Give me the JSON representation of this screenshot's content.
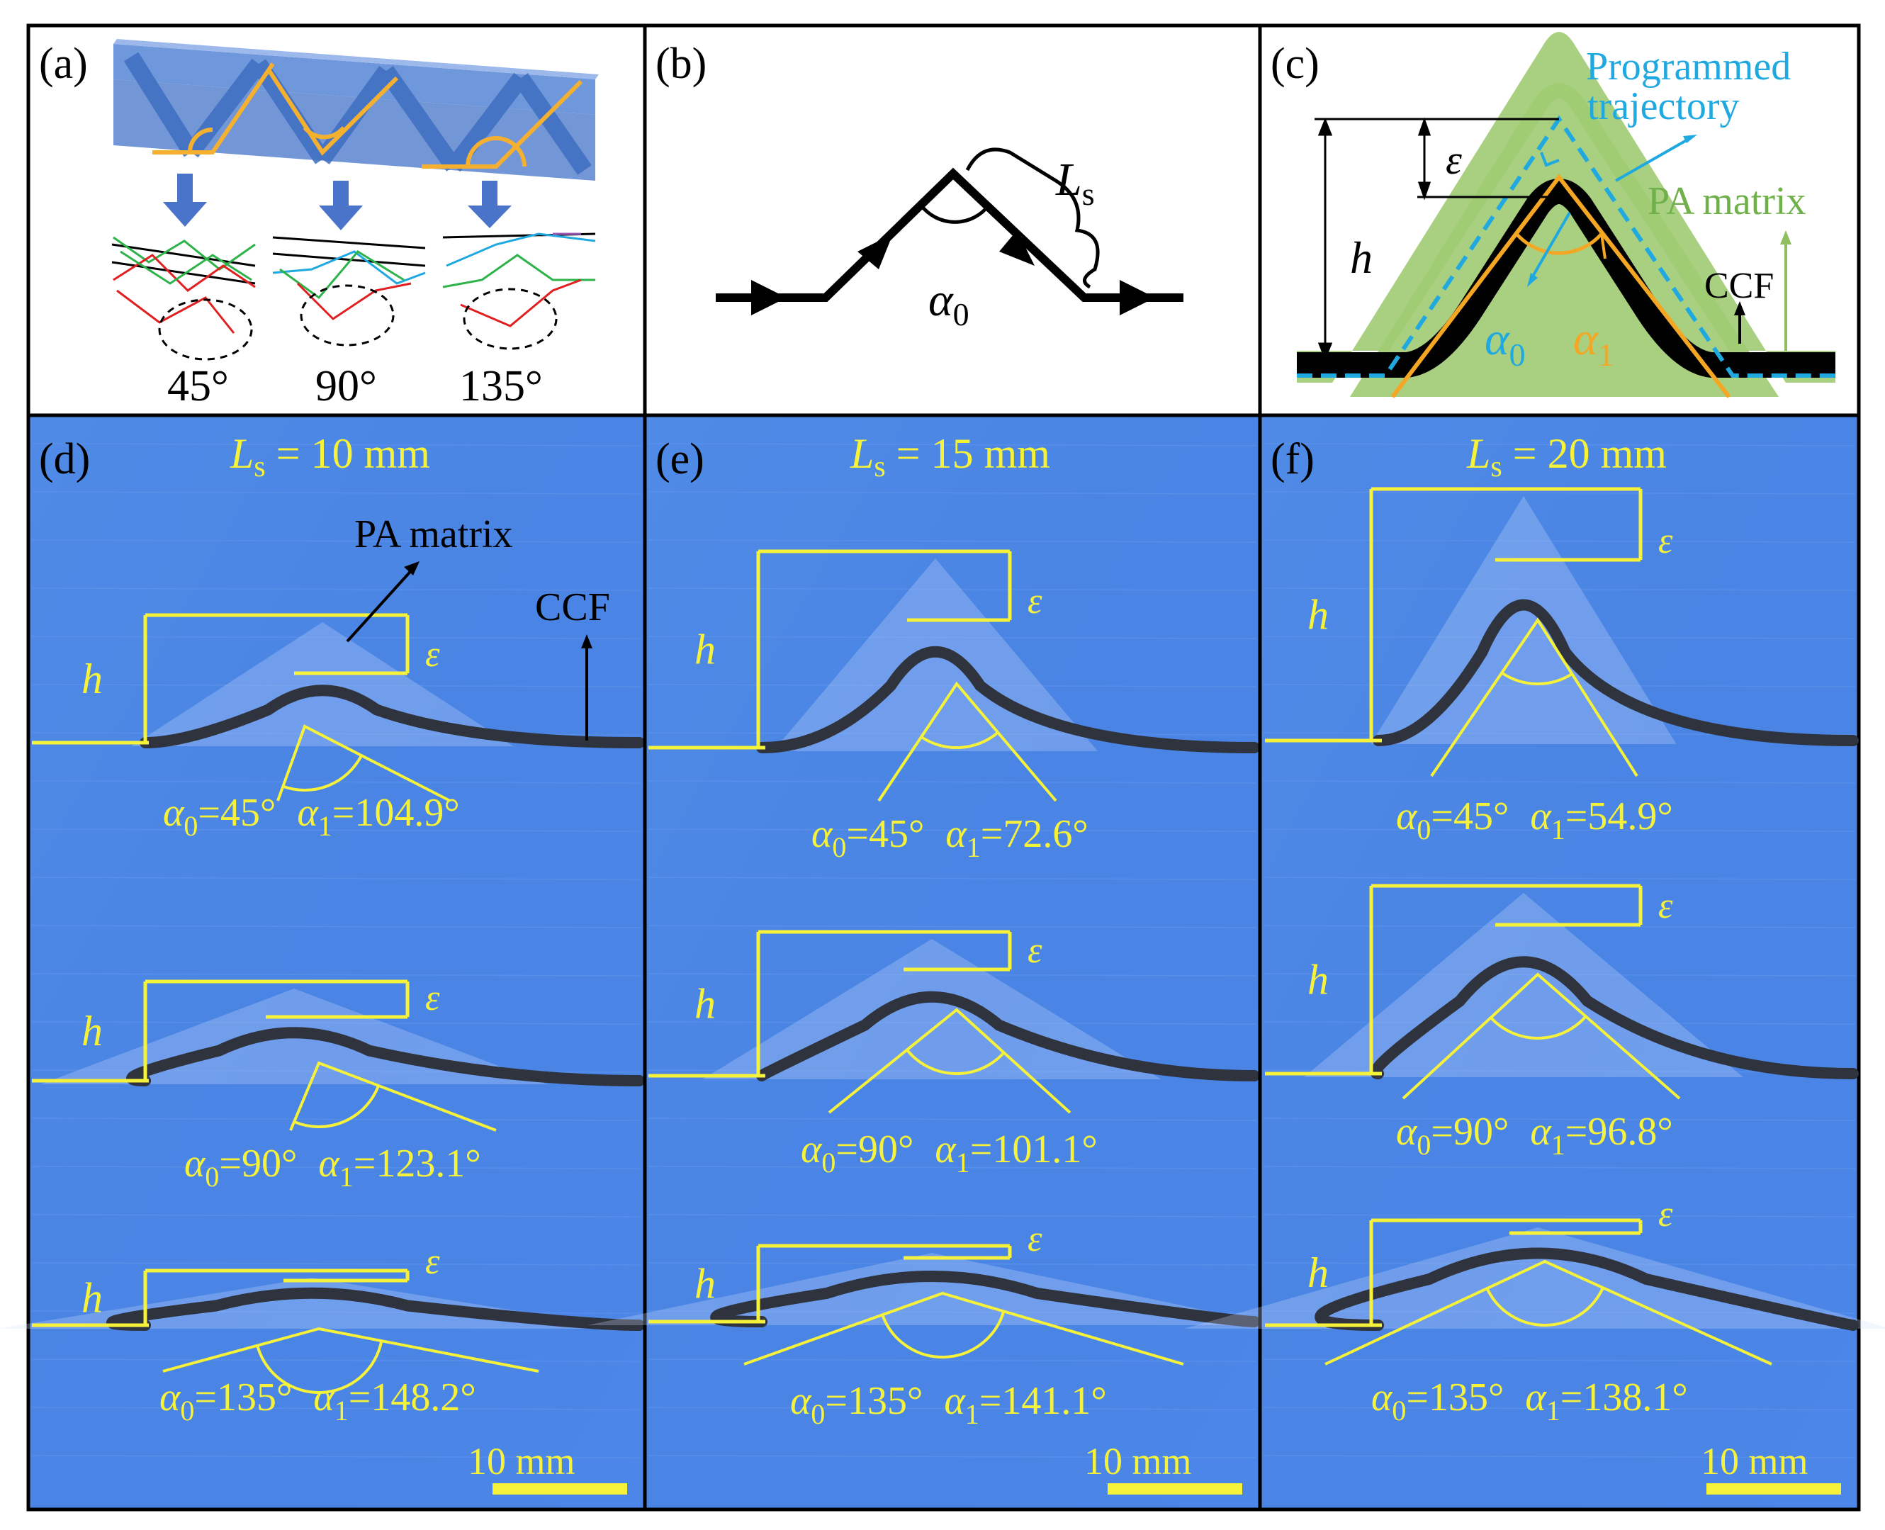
{
  "panels": {
    "a": {
      "label": "(a)",
      "angles": [
        "45°",
        "90°",
        "135°"
      ]
    },
    "b": {
      "label": "(b)",
      "segment_label_main": "L",
      "segment_label_sub": "s",
      "angle_label_main": "α",
      "angle_label_sub": "0"
    },
    "c": {
      "label": "(c)",
      "programmed_line1": "Programmed",
      "programmed_line2": "trajectory",
      "matrix": "PA matrix",
      "fiber": "CCF",
      "h": "h",
      "eps": "ε",
      "a0_main": "α",
      "a0_sub": "0",
      "a1_main": "α",
      "a1_sub": "1"
    },
    "d": {
      "label": "(d)",
      "ls_main": "L",
      "ls_sub": "s",
      "ls_value": " = 10 mm",
      "matrix_annot": "PA matrix",
      "fiber_annot": "CCF",
      "rows": [
        {
          "a0": "=45°",
          "a1": "=104.9°"
        },
        {
          "a0": "=90°",
          "a1": "=123.1°"
        },
        {
          "a0": "=135°",
          "a1": "=148.2°"
        }
      ],
      "scale": "10 mm"
    },
    "e": {
      "label": "(e)",
      "ls_main": "L",
      "ls_sub": "s",
      "ls_value": " = 15 mm",
      "rows": [
        {
          "a0": "=45°",
          "a1": "=72.6°"
        },
        {
          "a0": "=90°",
          "a1": "=101.1°"
        },
        {
          "a0": "=135°",
          "a1": "=141.1°"
        }
      ],
      "scale": "10 mm"
    },
    "f": {
      "label": "(f)",
      "ls_main": "L",
      "ls_sub": "s",
      "ls_value": " = 20 mm",
      "rows": [
        {
          "a0": "=45°",
          "a1": "=54.9°"
        },
        {
          "a0": "=90°",
          "a1": "=96.8°"
        },
        {
          "a0": "=135°",
          "a1": "=138.1°"
        }
      ],
      "scale": "10 mm"
    }
  },
  "common": {
    "h": "h",
    "eps": "ε",
    "alpha": "α",
    "sub0": "0",
    "sub1": "1"
  },
  "colors": {
    "background_blue": "#4a86e8",
    "annotation_yellow": "#f6f23a",
    "programmed_cyan": "#1fa9e0",
    "matrix_green": "#8fbf5f",
    "alpha1_orange": "#f5a623",
    "lattice_blue": "#5b85cf"
  }
}
